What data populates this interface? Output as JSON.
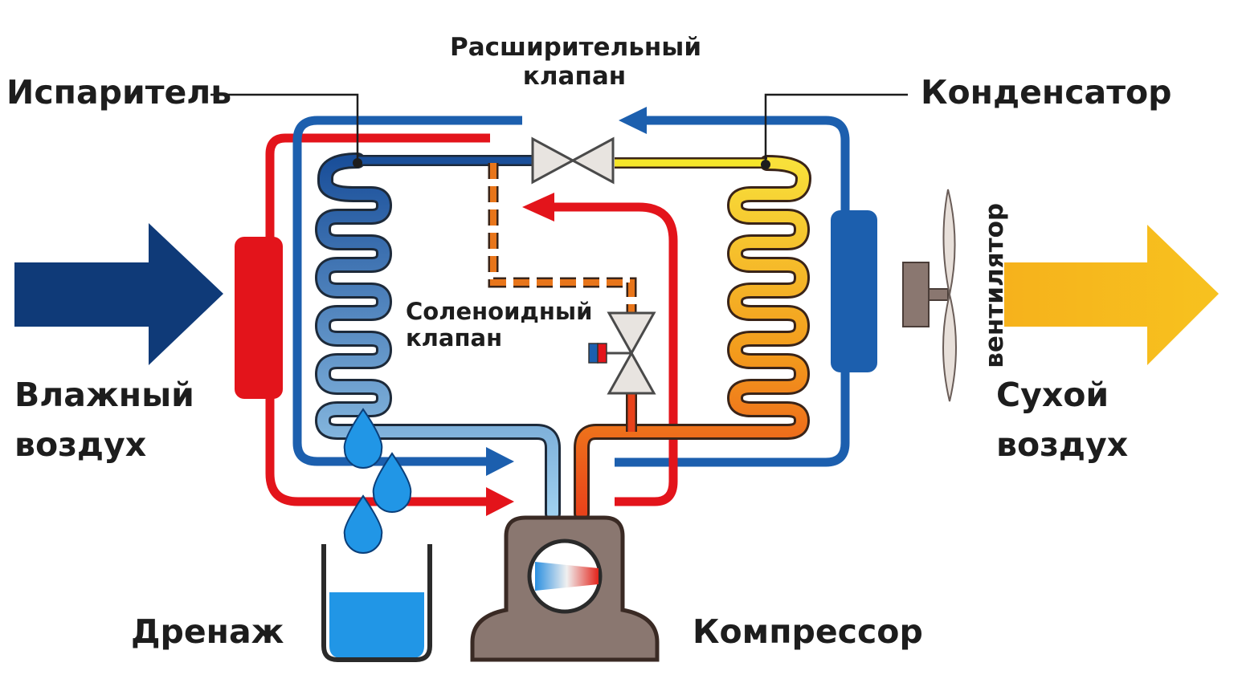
{
  "labels": {
    "evaporator": "Испаритель",
    "expansion_valve_line1": "Расширительный",
    "expansion_valve_line2": "клапан",
    "condenser": "Конденсатор",
    "solenoid_valve_line1": "Соленоидный",
    "solenoid_valve_line2": "клапан",
    "fan": "вентилятор",
    "humid_air_line1": "Влажный",
    "humid_air_line2": "воздух",
    "dry_air_line1": "Сухой",
    "dry_air_line2": "воздух",
    "drain": "Дренаж",
    "compressor": "Компрессор"
  },
  "colors": {
    "cold_line": "#1c5fae",
    "hot_line": "#e3141b",
    "warm_line": "#f5e52a",
    "humid_air_arrow": "#0f3a78",
    "dry_air_arrow": "#f6ad1a",
    "water": "#2196e6",
    "compressor_body": "#8a7770",
    "dashed_line": "#e8751a"
  },
  "icons": {
    "expansion_valve": "valve-icon",
    "solenoid_valve": "valve-icon",
    "fan": "fan-icon",
    "compressor": "compressor-icon",
    "drain": "drain-tank-icon",
    "water_drops": "water-drop-icon"
  }
}
